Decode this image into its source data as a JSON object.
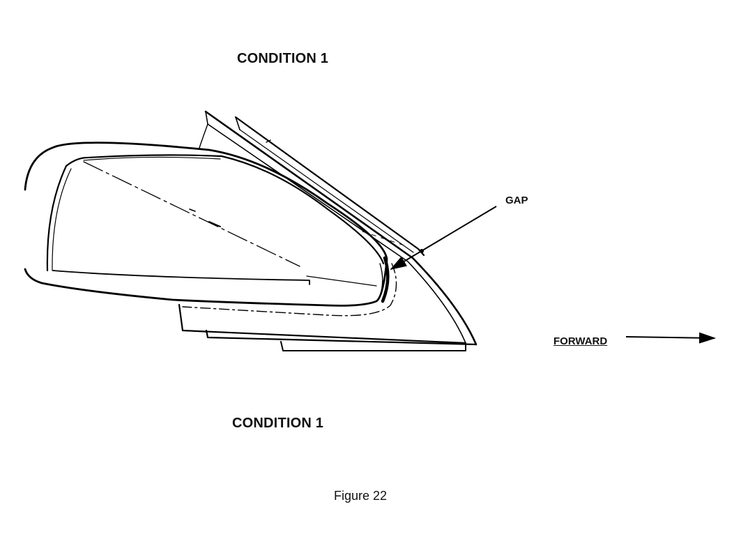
{
  "diagram": {
    "title_top": "CONDITION 1",
    "title_bottom": "CONDITION 1",
    "gap_label": "GAP",
    "forward_label": "FORWARD",
    "caption": "Figure 22"
  },
  "icons": {
    "forward_arrow": "arrow-right-icon",
    "gap_arrow": "arrow-down-left-icon"
  },
  "colors": {
    "ink": "#000000",
    "background": "#ffffff"
  }
}
